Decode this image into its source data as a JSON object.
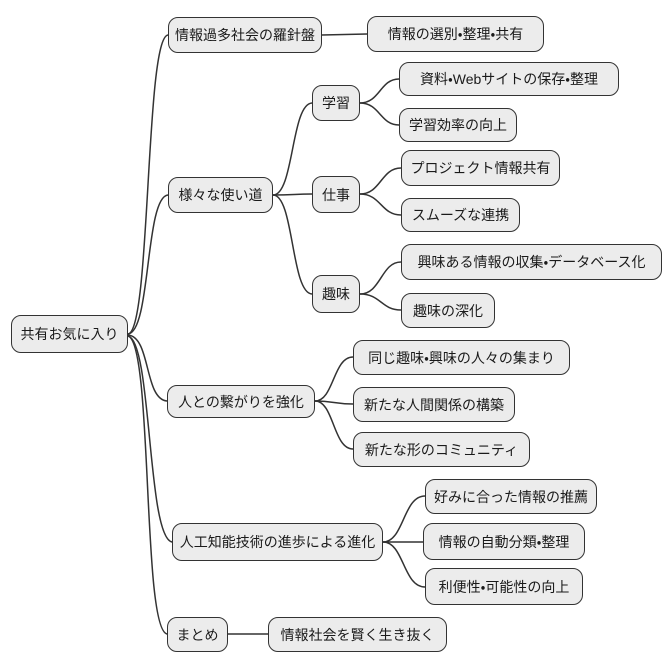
{
  "mindmap": {
    "root": {
      "label": "共有お気に入り"
    },
    "branches": [
      {
        "label": "情報過多社会の羅針盤",
        "children": [
          {
            "label": "情報の選別・整理・共有"
          }
        ]
      },
      {
        "label": "様々な使い道",
        "children": [
          {
            "label": "学習",
            "children": [
              {
                "label": "資料・Webサイトの保存・整理"
              },
              {
                "label": "学習効率の向上"
              }
            ]
          },
          {
            "label": "仕事",
            "children": [
              {
                "label": "プロジェクト情報共有"
              },
              {
                "label": "スムーズな連携"
              }
            ]
          },
          {
            "label": "趣味",
            "children": [
              {
                "label": "興味ある情報の収集・データベース化"
              },
              {
                "label": "趣味の深化"
              }
            ]
          }
        ]
      },
      {
        "label": "人との繋がりを強化",
        "children": [
          {
            "label": "同じ趣味・興味の人々の集まり"
          },
          {
            "label": "新たな人間関係の構築"
          },
          {
            "label": "新たな形のコミュニティ"
          }
        ]
      },
      {
        "label": "人工知能技術の進歩による進化",
        "children": [
          {
            "label": "好みに合った情報の推薦"
          },
          {
            "label": "情報の自動分類・整理"
          },
          {
            "label": "利便性・可能性の向上"
          }
        ]
      },
      {
        "label": "まとめ",
        "children": [
          {
            "label": "情報社会を賢く生き抜く"
          }
        ]
      }
    ],
    "colors": {
      "background": "#ffffff",
      "node_fill": "#ececec",
      "node_border": "#333333",
      "text": "#1a1a1a",
      "link": "#333333"
    }
  }
}
